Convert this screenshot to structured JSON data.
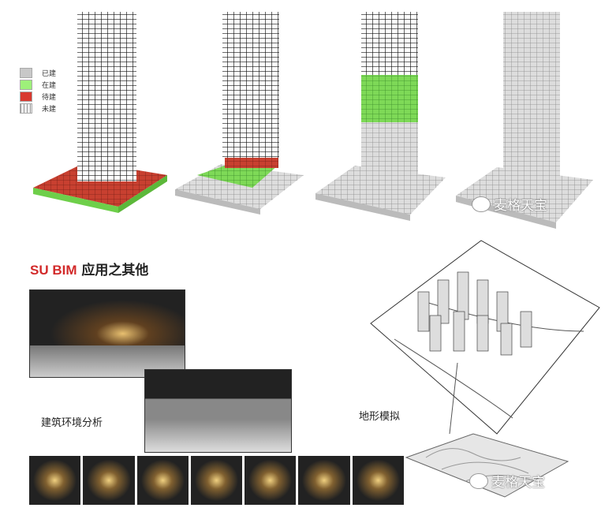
{
  "legend": [
    {
      "label": "已建",
      "color": "#c8c8c8"
    },
    {
      "label": "在建",
      "color": "#9ef07a"
    },
    {
      "label": "待建",
      "color": "#d83a30"
    },
    {
      "label": "未建",
      "color": "#e8e8e8"
    }
  ],
  "section_title": {
    "prefix": "SU BIM",
    "text": "应用之其他"
  },
  "labels": {
    "environment": "建筑环境分析",
    "terrain": "地形模拟"
  },
  "watermark": "麦格天宝",
  "colors": {
    "accent": "#d22a2a",
    "built": "#c8c8c8",
    "building": "#9ef07a",
    "pending": "#d83a30"
  }
}
